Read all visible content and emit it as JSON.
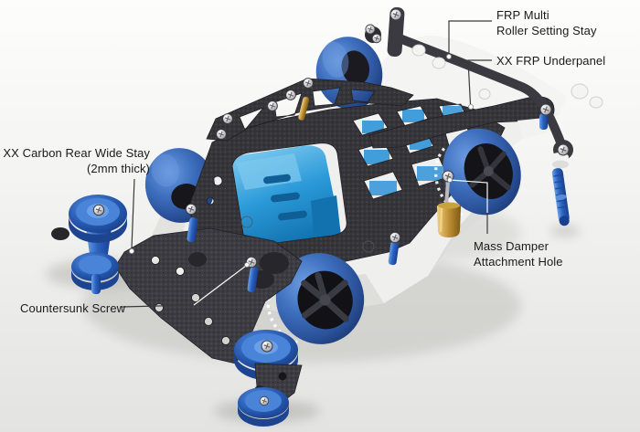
{
  "figure": {
    "type": "annotated-product-photo",
    "subject_visible_parts": [
      "carbon plates",
      "blue wheels",
      "white chassis",
      "blue gear cover",
      "brass mass damper",
      "blue disc rollers"
    ]
  },
  "callouts": {
    "frp_multi_roller_setting_stay": {
      "line1": "FRP Multi",
      "line2": "Roller Setting Stay"
    },
    "xx_frp_underpanel": {
      "line1": "XX FRP Underpanel"
    },
    "xx_carbon_rear_wide_stay": {
      "line1": "XX Carbon Rear Wide Stay",
      "line2": "(2mm thick)"
    },
    "mass_damper_attachment_hole": {
      "line1": "Mass Damper",
      "line2": "Attachment Hole"
    },
    "countersunk_screw": {
      "line1": "Countersunk Screw"
    }
  },
  "palette": {
    "background_top": "#fdfdfc",
    "background_bottom": "#e3e3e1",
    "carbon_plate": "#35353a",
    "tire_blue": "#3e6fbe",
    "anodized_blue": "#2a62c0",
    "gear_cover_blue": "#2b9ad8",
    "brass": "#b8892f",
    "chassis_white": "#efefed",
    "rim_black": "#17171b",
    "label_text": "#1a1a1a",
    "leader_line": "#3a3a3a"
  }
}
